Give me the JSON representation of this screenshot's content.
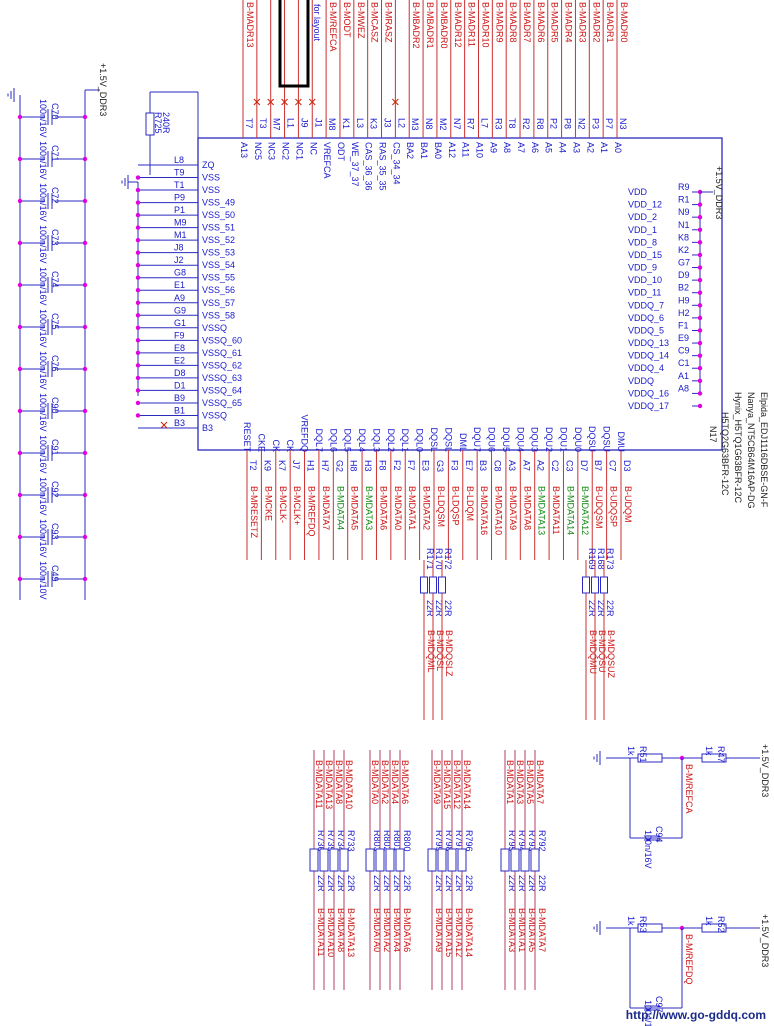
{
  "ic": {
    "ref": "N17",
    "part": "H5TQ2G63BFR-12C",
    "alts": [
      "Hynix_H5TQ1G63BFR-12C",
      "Nanya_NT5CB64M16AP-DG",
      "Elpida_EDJ1116DBSE-GN-F"
    ]
  },
  "rails": {
    "ddr3": "+1.5V_DDR3"
  },
  "caps": [
    {
      "ref": "C70",
      "val": "100n/16V"
    },
    {
      "ref": "C71",
      "val": "100n/16V"
    },
    {
      "ref": "C72",
      "val": "100n/16V"
    },
    {
      "ref": "C73",
      "val": "100n/16V"
    },
    {
      "ref": "C74",
      "val": "100n/16V"
    },
    {
      "ref": "C75",
      "val": "100n/16V"
    },
    {
      "ref": "C76",
      "val": "100n/16V"
    },
    {
      "ref": "C90",
      "val": "100n/16V"
    },
    {
      "ref": "C91",
      "val": "100n/16V"
    },
    {
      "ref": "C92",
      "val": "100n/16V"
    },
    {
      "ref": "C93",
      "val": "100n/16V"
    },
    {
      "ref": "C49",
      "val": "100n/10V"
    }
  ],
  "r725": {
    "ref": "R725",
    "val": "240R"
  },
  "top_pins": [
    {
      "pin": "T7",
      "sig": "A13",
      "net": "B-MADR13"
    },
    {
      "pin": "T3",
      "sig": "NC5",
      "net": ""
    },
    {
      "pin": "M7",
      "sig": "NC3",
      "net": ""
    },
    {
      "pin": "L1",
      "sig": "NC2",
      "net": ""
    },
    {
      "pin": "J9",
      "sig": "NC1",
      "net": ""
    },
    {
      "pin": "J1",
      "sig": "NC",
      "net": ""
    },
    {
      "pin": "M8",
      "sig": "VREFCA",
      "net": "B-M/REFCA"
    },
    {
      "pin": "K1",
      "sig": "ODT",
      "net": "B-MODT"
    },
    {
      "pin": "L3",
      "sig": "WE_37_37",
      "net": "B-MWEZ"
    },
    {
      "pin": "K3",
      "sig": "CAS_36_36",
      "net": "B-MCASZ"
    },
    {
      "pin": "J3",
      "sig": "RAS_35_35",
      "net": "B-MRASZ"
    },
    {
      "pin": "L2",
      "sig": "CS_34_34",
      "net": ""
    },
    {
      "pin": "M3",
      "sig": "BA2",
      "net": "B-MBADR2"
    },
    {
      "pin": "N8",
      "sig": "BA1",
      "net": "B-MBADR1"
    },
    {
      "pin": "M2",
      "sig": "BA0",
      "net": "B-MBADR0"
    },
    {
      "pin": "N7",
      "sig": "A12",
      "net": "B-MADR12"
    },
    {
      "pin": "R7",
      "sig": "A11",
      "net": "B-MADR11"
    },
    {
      "pin": "L7",
      "sig": "A10",
      "net": "B-MADR10"
    },
    {
      "pin": "R3",
      "sig": "A9",
      "net": "B-MADR9"
    },
    {
      "pin": "T8",
      "sig": "A8",
      "net": "B-MADR8"
    },
    {
      "pin": "R2",
      "sig": "A7",
      "net": "B-MADR7"
    },
    {
      "pin": "R8",
      "sig": "A6",
      "net": "B-MADR6"
    },
    {
      "pin": "P2",
      "sig": "A5",
      "net": "B-MADR5"
    },
    {
      "pin": "P8",
      "sig": "A4",
      "net": "B-MADR4"
    },
    {
      "pin": "N2",
      "sig": "A3",
      "net": "B-MADR3"
    },
    {
      "pin": "P3",
      "sig": "A2",
      "net": "B-MADR2"
    },
    {
      "pin": "P7",
      "sig": "A1",
      "net": "B-MADR1"
    },
    {
      "pin": "N3",
      "sig": "A0",
      "net": "B-MADR0"
    }
  ],
  "left_pins": [
    {
      "pin": "L8",
      "sig": "ZQ"
    },
    {
      "pin": "T9",
      "sig": "VSS"
    },
    {
      "pin": "T1",
      "sig": "VSS"
    },
    {
      "pin": "P9",
      "sig": "VSS_49"
    },
    {
      "pin": "P1",
      "sig": "VSS_50"
    },
    {
      "pin": "M9",
      "sig": "VSS_51"
    },
    {
      "pin": "M1",
      "sig": "VSS_52"
    },
    {
      "pin": "J8",
      "sig": "VSS_53"
    },
    {
      "pin": "J2",
      "sig": "VSS_54"
    },
    {
      "pin": "G8",
      "sig": "VSS_55"
    },
    {
      "pin": "E1",
      "sig": "VSS_56"
    },
    {
      "pin": "A9",
      "sig": "VSS_57"
    },
    {
      "pin": "G9",
      "sig": "VSS_58"
    },
    {
      "pin": "G1",
      "sig": "VSSQ"
    },
    {
      "pin": "F9",
      "sig": "VSSQ_60"
    },
    {
      "pin": "E8",
      "sig": "VSSQ_61"
    },
    {
      "pin": "E2",
      "sig": "VSSQ_62"
    },
    {
      "pin": "D8",
      "sig": "VSSQ_63"
    },
    {
      "pin": "D1",
      "sig": "VSSQ_64"
    },
    {
      "pin": "B9",
      "sig": "VSSQ_65"
    },
    {
      "pin": "B1",
      "sig": "VSSQ"
    },
    {
      "pin": "B3",
      "sig": "B3"
    }
  ],
  "right_pins": [
    {
      "pin": "R9",
      "sig": "VDD"
    },
    {
      "pin": "R1",
      "sig": "VDD_12"
    },
    {
      "pin": "N9",
      "sig": "VDD_2"
    },
    {
      "pin": "N1",
      "sig": "VDD_1"
    },
    {
      "pin": "K8",
      "sig": "VDD_8"
    },
    {
      "pin": "K2",
      "sig": "VDD_15"
    },
    {
      "pin": "G7",
      "sig": "VDD_9"
    },
    {
      "pin": "D9",
      "sig": "VDD_10"
    },
    {
      "pin": "B2",
      "sig": "VDD_11"
    },
    {
      "pin": "H9",
      "sig": "VDDQ_7"
    },
    {
      "pin": "H2",
      "sig": "VDDQ_6"
    },
    {
      "pin": "F1",
      "sig": "VDDQ_5"
    },
    {
      "pin": "E9",
      "sig": "VDDQ_13"
    },
    {
      "pin": "C9",
      "sig": "VDDQ_14"
    },
    {
      "pin": "C1",
      "sig": "VDDQ_4"
    },
    {
      "pin": "A1",
      "sig": "VDDQ"
    },
    {
      "pin": "A8",
      "sig": "VDDQ_16"
    },
    {
      "pin": "",
      "sig": "VDDQ_17"
    }
  ],
  "bottom_pins": [
    {
      "pin": "T2",
      "sig": "RESET",
      "net": "B-MRESETZ"
    },
    {
      "pin": "K9",
      "sig": "CKE",
      "net": "B-MCKE"
    },
    {
      "pin": "K7",
      "sig": "CK",
      "net": "B-MCLK-"
    },
    {
      "pin": "J7",
      "sig": "CK",
      "net": "B-MCLK+"
    },
    {
      "pin": "H1",
      "sig": "VREFDQ",
      "net": "B-M/REFDQ"
    },
    {
      "pin": "H7",
      "sig": "DQL7",
      "net": "B-MDATA7"
    },
    {
      "pin": "G2",
      "sig": "DQL6",
      "net": "B-MDATA4"
    },
    {
      "pin": "H8",
      "sig": "DQL5",
      "net": "B-MDATA5"
    },
    {
      "pin": "H3",
      "sig": "DQL4",
      "net": "B-MDATA3"
    },
    {
      "pin": "F8",
      "sig": "DQL3",
      "net": "B-MDATA6"
    },
    {
      "pin": "F2",
      "sig": "DQL2",
      "net": "B-MDATA0"
    },
    {
      "pin": "F7",
      "sig": "DQL1",
      "net": "B-MDATA1"
    },
    {
      "pin": "E3",
      "sig": "DQL0",
      "net": "B-MDATA2"
    },
    {
      "pin": "G3",
      "sig": "DQSL",
      "net": "B-LDQSM"
    },
    {
      "pin": "F3",
      "sig": "DQSL",
      "net": "B-LDQSP"
    },
    {
      "pin": "E7",
      "sig": "DML",
      "net": "B-LDQM"
    },
    {
      "pin": "B3",
      "sig": "DQU7",
      "net": "B-MDATA16"
    },
    {
      "pin": "C8",
      "sig": "DQU6",
      "net": "B-MDATA10"
    },
    {
      "pin": "A3",
      "sig": "DQU5",
      "net": "B-MDATA9"
    },
    {
      "pin": "A7",
      "sig": "DQU4",
      "net": "B-MDATA8"
    },
    {
      "pin": "A2",
      "sig": "DQU3",
      "net": "B-MDATA13"
    },
    {
      "pin": "C2",
      "sig": "DQU2",
      "net": "B-MDATA11"
    },
    {
      "pin": "C3",
      "sig": "DQU1",
      "net": "B-MDATA14"
    },
    {
      "pin": "D7",
      "sig": "DQU0",
      "net": "B-MDATA12"
    },
    {
      "pin": "B7",
      "sig": "DQSU",
      "net": "B-UDQSM"
    },
    {
      "pin": "C7",
      "sig": "DQSU",
      "net": "B-UDQSP"
    },
    {
      "pin": "D3",
      "sig": "DMU",
      "net": "B-UDQM"
    }
  ],
  "dq_res_left": [
    {
      "ref": "R171",
      "val": "22R",
      "net": "B-MDQML"
    },
    {
      "ref": "R170",
      "val": "22R",
      "net": "B-MDQSL"
    },
    {
      "ref": "R172",
      "val": "22R",
      "net": "B-MDQSLZ"
    }
  ],
  "dq_res_right": [
    {
      "ref": "R169",
      "val": "22R",
      "net": "B-MDQMU"
    },
    {
      "ref": "R168",
      "val": "22R",
      "net": "B-MDQSU"
    },
    {
      "ref": "R173",
      "val": "22R",
      "net": "B-MDQSUZ"
    }
  ],
  "res_banks": [
    {
      "in": [
        "B-MDATA11",
        "B-MDATA13",
        "B-MDATA8",
        "B-MDATA10"
      ],
      "refs": [
        "R736",
        "R735",
        "R734",
        "R733"
      ],
      "val": "22R",
      "out": [
        "B-MDATA11",
        "B-MDATA10",
        "B-MDATA8",
        "B-MDATA13"
      ]
    },
    {
      "in": [
        "B-MDATA0",
        "B-MDATA2",
        "B-MDATA4",
        "B-MDATA6"
      ],
      "refs": [
        "R803",
        "R802",
        "R801",
        "R800"
      ],
      "val": "22R",
      "out": [
        "B-MDATA0",
        "B-MDATA2",
        "B-MDATA4",
        "B-MDATA6"
      ]
    },
    {
      "in": [
        "B-MDATA9",
        "B-MDATA15",
        "B-MDATA12",
        "B-MDATA14"
      ],
      "refs": [
        "R799",
        "R798",
        "R797",
        "R796"
      ],
      "val": "22R",
      "out": [
        "B-MDATA9",
        "B-MDATA15",
        "B-MDATA12",
        "B-MDATA14"
      ]
    },
    {
      "in": [
        "B-MDATA1",
        "B-MDATA3",
        "B-MDATA5",
        "B-MDATA7"
      ],
      "refs": [
        "R795",
        "R794",
        "R793",
        "R792"
      ],
      "val": "22R",
      "out": [
        "B-MDATA3",
        "B-MDATA1",
        "B-MDATA5",
        "B-MDATA7"
      ]
    }
  ],
  "refca": {
    "r_top": {
      "ref": "R47",
      "val": "1k"
    },
    "r_bot": {
      "ref": "R51",
      "val": "1k"
    },
    "net": "B-M/REFCA",
    "cap": {
      "ref": "C94",
      "val": "100n/16V"
    }
  },
  "refdq": {
    "r_top": {
      "ref": "R52",
      "val": "1k"
    },
    "r_bot": {
      "ref": "R53",
      "val": "1k"
    },
    "net": "B-M/REFDQ",
    "cap": {
      "ref": "C97",
      "val": "100n/16V"
    }
  },
  "layout_label": "for layout",
  "watermark": "http://www.go-gddq.com"
}
